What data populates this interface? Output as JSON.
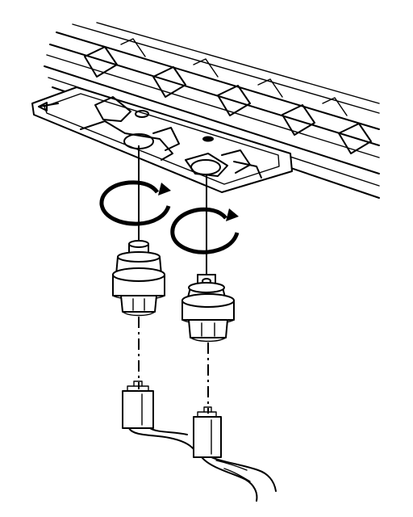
{
  "diagram": {
    "labels": [],
    "components": [
      "chassis-frame",
      "fuel-tank-shield-plate",
      "left-fastener-rotation-arrow",
      "right-fastener-rotation-arrow",
      "left-sensor",
      "right-sensor",
      "left-connector",
      "right-connector",
      "wiring-harness"
    ]
  }
}
